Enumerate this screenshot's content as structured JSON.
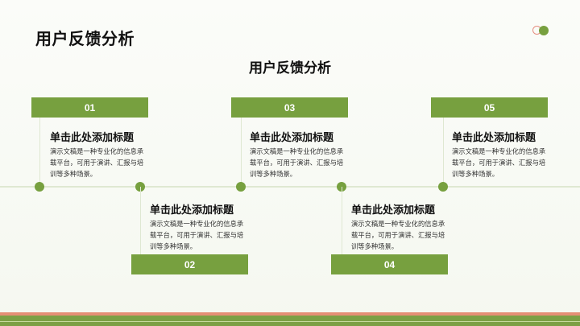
{
  "header": {
    "title": "用户反馈分析"
  },
  "main": {
    "title": "用户反馈分析",
    "items": [
      {
        "number": "01",
        "title": "单击此处添加标题",
        "description": "演示文稿是一种专业化的信息承载平台，可用于演讲、汇报与培训等多种场景。"
      },
      {
        "number": "02",
        "title": "单击此处添加标题",
        "description": "演示文稿是一种专业化的信息承载平台，可用于演讲、汇报与培训等多种场景。"
      },
      {
        "number": "03",
        "title": "单击此处添加标题",
        "description": "演示文稿是一种专业化的信息承载平台，可用于演讲、汇报与培训等多种场景。"
      },
      {
        "number": "04",
        "title": "单击此处添加标题",
        "description": "演示文稿是一种专业化的信息承载平台，可用于演讲、汇报与培训等多种场景。"
      },
      {
        "number": "05",
        "title": "单击此处添加标题",
        "description": "演示文稿是一种专业化的信息承载平台，可用于演讲、汇报与培训等多种场景。"
      }
    ]
  },
  "colors": {
    "accent_green": "#77a03f",
    "accent_pink": "#e58f75",
    "line": "#dfe8d2"
  }
}
